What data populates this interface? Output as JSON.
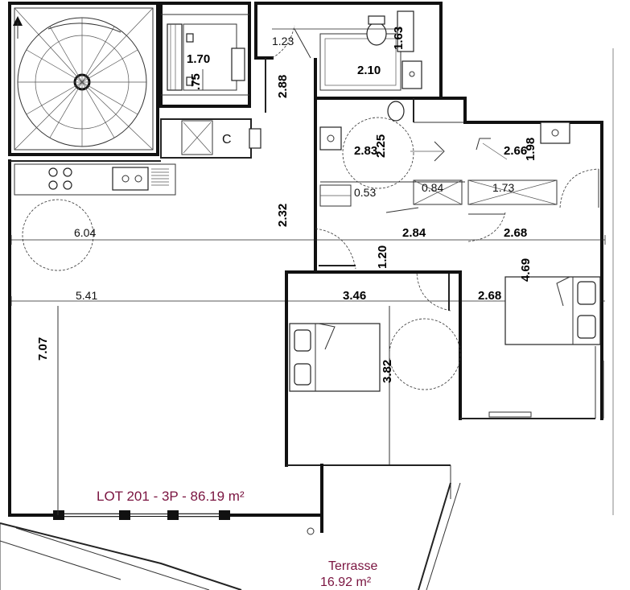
{
  "plan": {
    "lot_label": "LOT 201 - 3P - 86.19 m²",
    "terrace_name": "Terrasse",
    "terrace_area": "16.92 m²",
    "cellar_letter": "C",
    "colors": {
      "label": "#7a1440",
      "walls": "#111111"
    }
  },
  "dims": {
    "d_170": "1.70",
    "d_075": ".75",
    "d_123": "1.23",
    "d_163": "1.63",
    "d_210": "2.10",
    "d_288": "2.88",
    "d_283": "2.83",
    "d_225": "2.25",
    "d_266": "2.66",
    "d_198": "1.98",
    "d_053": "0.53",
    "d_084": "0.84",
    "d_173": "1.73",
    "d_232": "2.32",
    "d_604": "6.04",
    "d_284": "2.84",
    "d_268a": "2.68",
    "d_120": "1.20",
    "d_469": "4.69",
    "d_541": "5.41",
    "d_346": "3.46",
    "d_268b": "2.68",
    "d_707": "7.07",
    "d_382": "3.82"
  }
}
